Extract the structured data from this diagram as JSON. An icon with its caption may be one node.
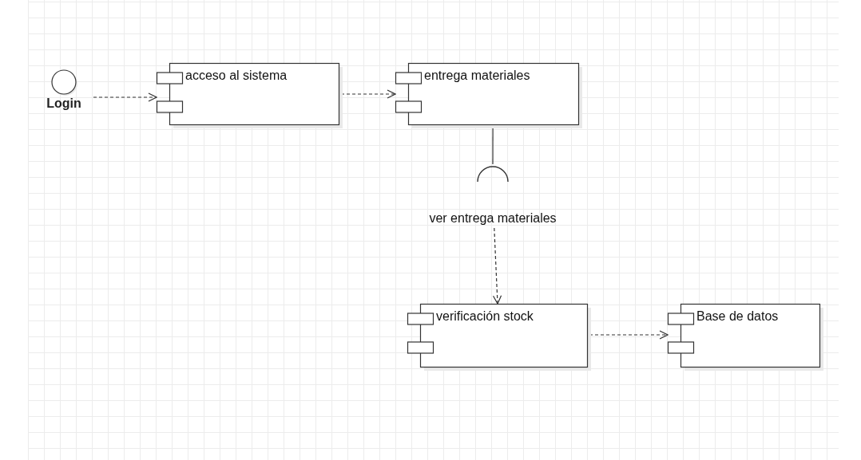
{
  "diagram": {
    "nodes": [
      {
        "text": [
          "Login"
        ]
      },
      {
        "text": [
          "acceso al sistema"
        ]
      },
      {
        "text": [
          "entrega materiales"
        ]
      },
      {
        "text": [
          "ver entrega materiales"
        ]
      },
      {
        "text": [
          "verificación stock"
        ]
      },
      {
        "text": [
          "Base de datos"
        ]
      }
    ],
    "edges": [
      {
        "from": 0,
        "to": 1,
        "arrow": "to",
        "style": "dashed"
      },
      {
        "from": 1,
        "to": 2,
        "arrow": "to",
        "style": "dashed"
      },
      {
        "from": 2,
        "to": 3,
        "arrow": "none"
      },
      {
        "from": 3,
        "to": 4,
        "arrow": "to",
        "style": "dashed"
      },
      {
        "from": 4,
        "to": 5,
        "arrow": "to",
        "style": "dashed"
      }
    ]
  }
}
